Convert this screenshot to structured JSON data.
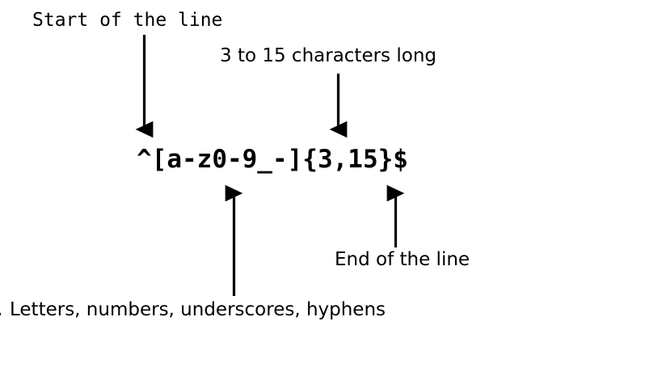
{
  "diagram": {
    "title": "Regex anatomy annotation",
    "background_color": "#ffffff",
    "ink_color": "#000000",
    "pattern": {
      "text": "^[a-z0-9_-]{3,15}$",
      "font_style": "monospace-bold"
    },
    "annotations": [
      {
        "id": "start-of-line",
        "label": "Start of the line",
        "font_style": "monospace",
        "points_to": "^",
        "arrow_direction": "down"
      },
      {
        "id": "length-quantifier",
        "label": "3 to 15 characters long",
        "font_style": "sans-serif",
        "points_to": "{3,15}",
        "arrow_direction": "down"
      },
      {
        "id": "character-class",
        "label": "Letters, numbers, underscores, hyphens",
        "font_style": "sans-serif",
        "points_to": "[a-z0-9_-]",
        "arrow_direction": "up"
      },
      {
        "id": "end-of-line",
        "label": "End of the line",
        "font_style": "sans-serif",
        "points_to": "$",
        "arrow_direction": "up"
      }
    ],
    "clipped_glyph": ","
  }
}
